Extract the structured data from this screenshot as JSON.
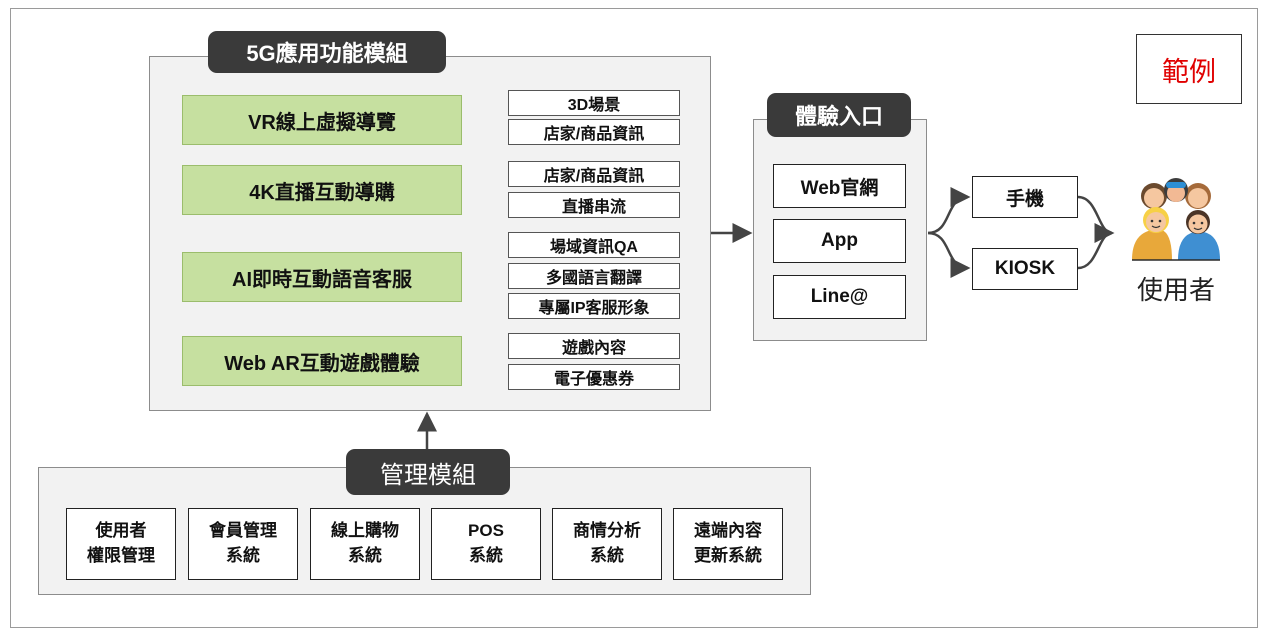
{
  "example_label": "範例",
  "features": {
    "title": "5G應用功能模組",
    "modules": [
      {
        "name": "VR線上虛擬導覽",
        "items": [
          "3D場景",
          "店家/商品資訊"
        ]
      },
      {
        "name": "4K直播互動導購",
        "items": [
          "店家/商品資訊",
          "直播串流"
        ]
      },
      {
        "name": "AI即時互動語音客服",
        "items": [
          "場域資訊QA",
          "多國語言翻譯",
          "專屬IP客服形象"
        ]
      },
      {
        "name": "Web AR互動遊戲體驗",
        "items": [
          "遊戲內容",
          "電子優惠券"
        ]
      }
    ]
  },
  "entry": {
    "title": "體驗入口",
    "items": [
      "Web官網",
      "App",
      "Line@"
    ]
  },
  "devices": [
    "手機",
    "KIOSK"
  ],
  "user_label": "使用者",
  "management": {
    "title": "管理模組",
    "items": [
      {
        "line1": "使用者",
        "line2": "權限管理"
      },
      {
        "line1": "會員管理",
        "line2": "系統"
      },
      {
        "line1": "線上購物",
        "line2": "系統"
      },
      {
        "line1": "POS",
        "line2": "系統"
      },
      {
        "line1": "商情分析",
        "line2": "系統"
      },
      {
        "line1": "遠端內容",
        "line2": "更新系統"
      }
    ]
  },
  "colors": {
    "module_green": "#c6e0a0",
    "title_dark": "#3a3a3a",
    "example_red": "#e00000"
  }
}
